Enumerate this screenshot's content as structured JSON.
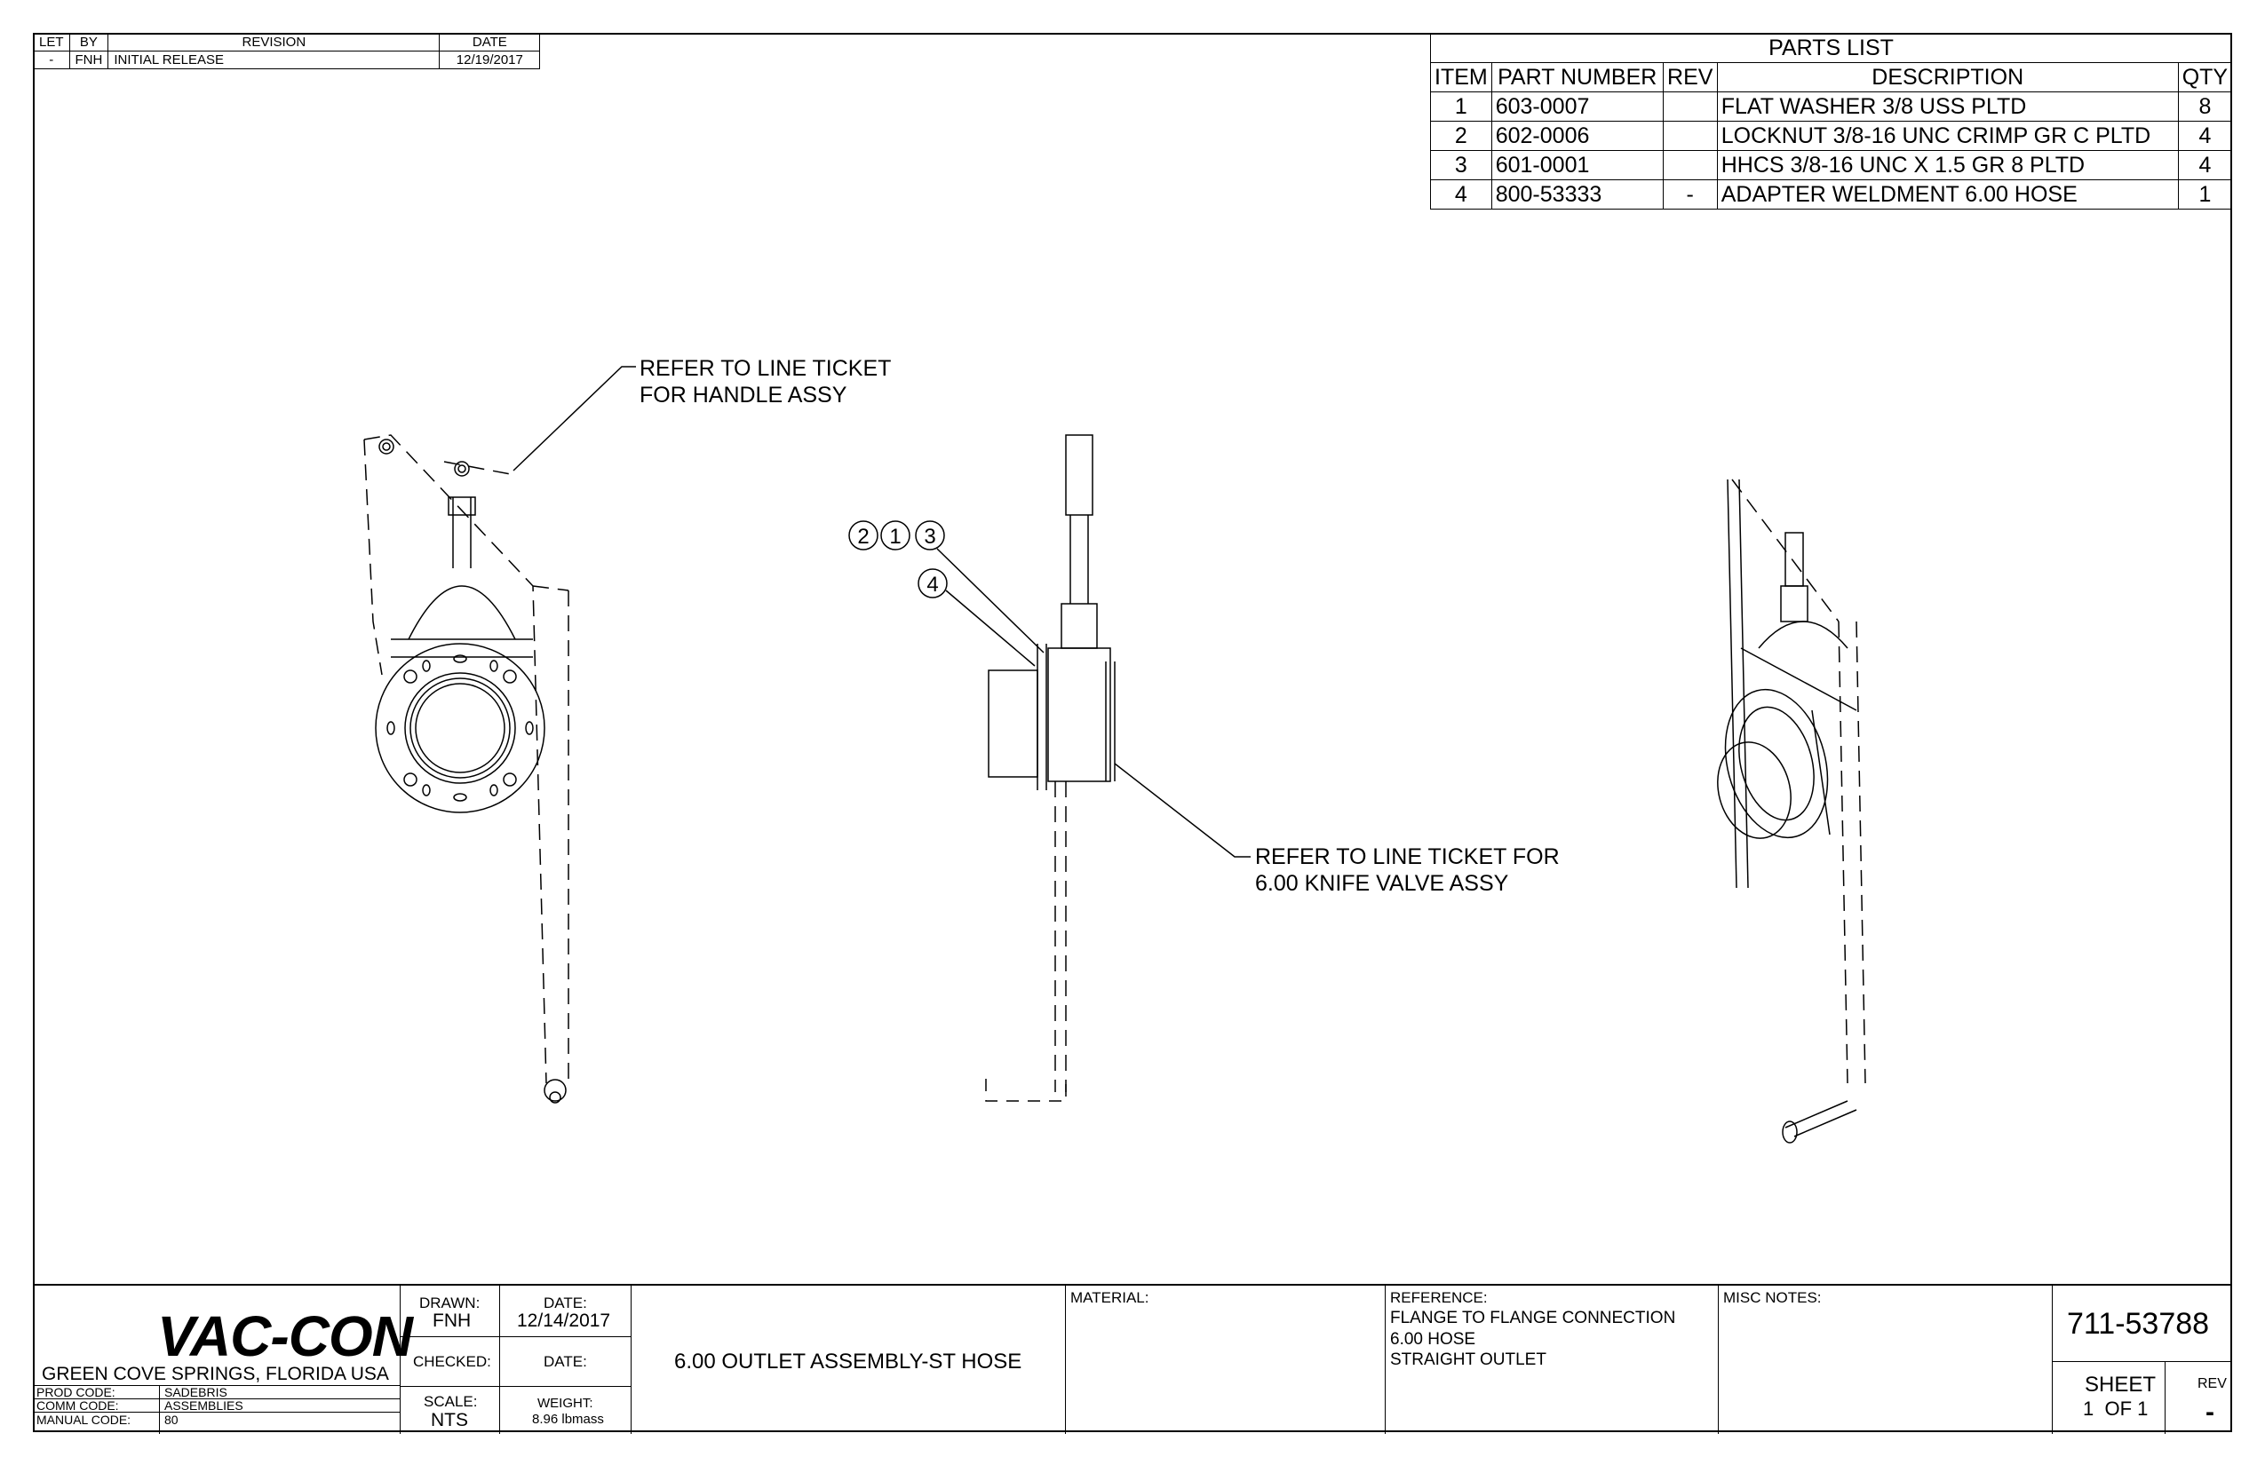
{
  "revision_table": {
    "headers": [
      "LET",
      "BY",
      "REVISION",
      "DATE"
    ],
    "rows": [
      [
        "-",
        "FNH",
        "INITIAL RELEASE",
        "12/19/2017"
      ]
    ]
  },
  "parts_list": {
    "title": "PARTS LIST",
    "headers": [
      "ITEM",
      "PART NUMBER",
      "REV",
      "DESCRIPTION",
      "QTY"
    ],
    "rows": [
      [
        "1",
        "603-0007",
        "",
        "FLAT WASHER 3/8 USS PLTD",
        "8"
      ],
      [
        "2",
        "602-0006",
        "",
        "LOCKNUT 3/8-16 UNC CRIMP GR C PLTD",
        "4"
      ],
      [
        "3",
        "601-0001",
        "",
        "HHCS 3/8-16 UNC X 1.5 GR 8 PLTD",
        "4"
      ],
      [
        "4",
        "800-53333",
        "-",
        "ADAPTER WELDMENT 6.00 HOSE",
        "1"
      ]
    ]
  },
  "notes": {
    "handle": [
      "REFER TO LINE TICKET",
      "FOR HANDLE ASSY"
    ],
    "valve": [
      "REFER TO LINE TICKET FOR",
      "6.00 KNIFE VALVE ASSY"
    ]
  },
  "balloons": [
    "2",
    "1",
    "3",
    "4"
  ],
  "title_block": {
    "company": "VAC-CON",
    "location": "GREEN COVE SPRINGS, FLORIDA USA",
    "codes": [
      [
        "PROD CODE:",
        "SADEBRIS"
      ],
      [
        "COMM CODE:",
        "ASSEMBLIES"
      ],
      [
        "MANUAL CODE:",
        "80"
      ]
    ],
    "drawn_label": "DRAWN:",
    "drawn": "FNH",
    "date_label": "DATE:",
    "date": "12/14/2017",
    "checked_label": "CHECKED:",
    "checked_date_label": "DATE:",
    "scale_label": "SCALE:",
    "scale": "NTS",
    "weight_label": "WEIGHT:",
    "weight": "8.96 lbmass",
    "title": "6.00 OUTLET ASSEMBLY-ST HOSE",
    "material_label": "MATERIAL:",
    "reference_label": "REFERENCE:",
    "reference": [
      "FLANGE TO FLANGE CONNECTION",
      "6.00 HOSE",
      "STRAIGHT OUTLET"
    ],
    "misc_label": "MISC NOTES:",
    "drawing_number": "711-53788",
    "sheet_label": "SHEET",
    "sheet": "1  OF 1",
    "rev_label": "REV",
    "rev": "-"
  }
}
